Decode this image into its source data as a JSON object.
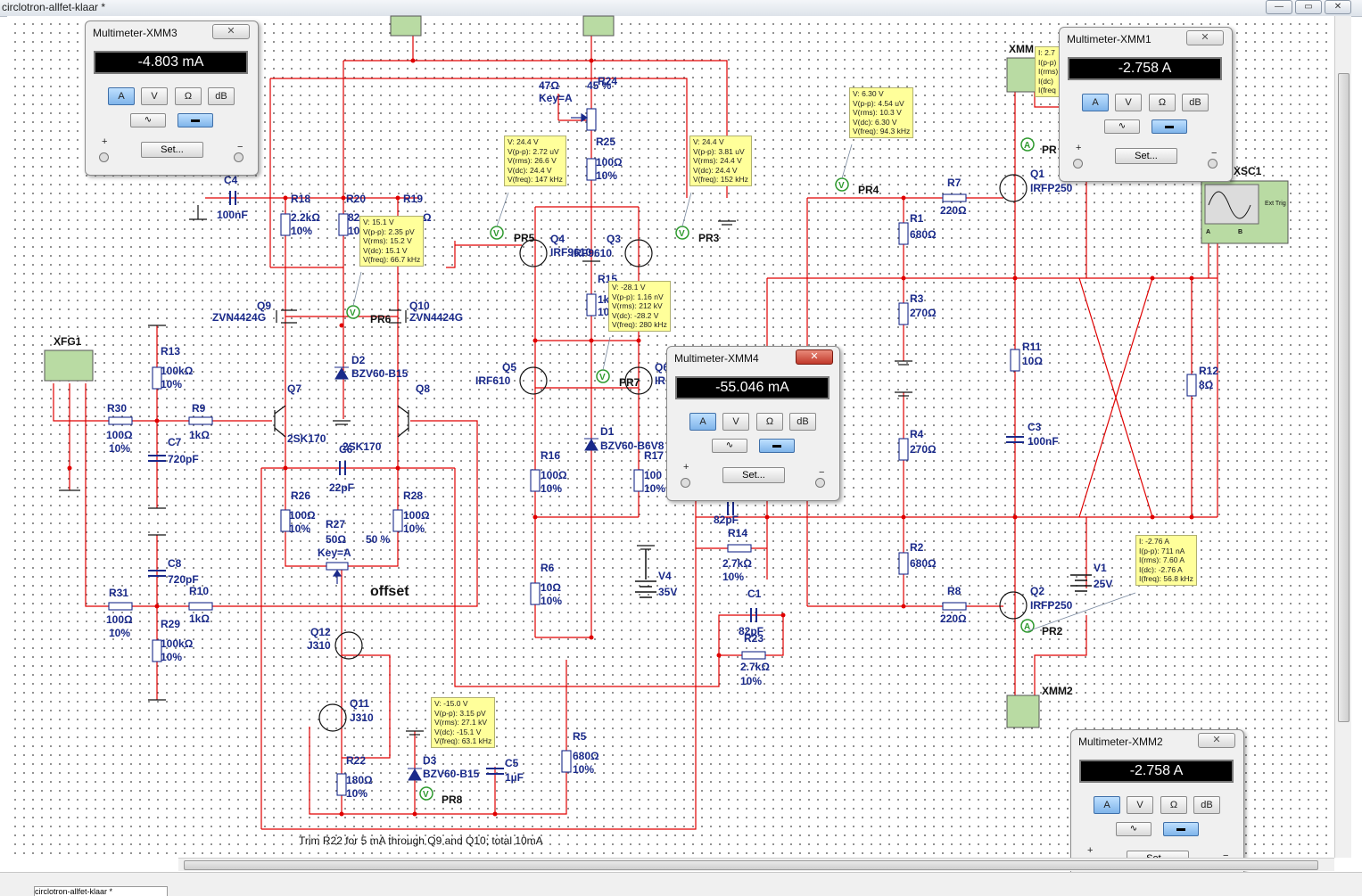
{
  "window": {
    "title": "circlotron-allfet-klaar *",
    "controls": [
      "—",
      "▭",
      "✕"
    ]
  },
  "multimeters": [
    {
      "title": "Multimeter-XMM3",
      "reading": "-4.803 mA",
      "modes": [
        "A",
        "V",
        "Ω",
        "dB"
      ],
      "active_mode": "A",
      "set_label": "Set...",
      "plus": "+",
      "minus": "−",
      "close": "✕"
    },
    {
      "title": "Multimeter-XMM1",
      "reading": "-2.758 A",
      "modes": [
        "A",
        "V",
        "Ω",
        "dB"
      ],
      "active_mode": "A",
      "set_label": "Set...",
      "plus": "+",
      "minus": "−",
      "close": "✕"
    },
    {
      "title": "Multimeter-XMM4",
      "reading": "-55.046 mA",
      "modes": [
        "A",
        "V",
        "Ω",
        "dB"
      ],
      "active_mode": "A",
      "set_label": "Set...",
      "plus": "+",
      "minus": "−",
      "close": "✕"
    },
    {
      "title": "Multimeter-XMM2",
      "reading": "-2.758 A",
      "modes": [
        "A",
        "V",
        "Ω",
        "dB"
      ],
      "active_mode": "A",
      "set_label": "Set...",
      "plus": "+",
      "minus": "−",
      "close": "✕"
    }
  ],
  "probes": {
    "pr5": [
      "V: 24.4 V",
      "V(p-p): 2.72 uV",
      "V(rms): 26.6 V",
      "V(dc): 24.4 V",
      "V(freq): 147 kHz"
    ],
    "pr3": [
      "V: 24.4 V",
      "V(p-p): 3.81 uV",
      "V(rms): 24.4 V",
      "V(dc): 24.4 V",
      "V(freq): 152 kHz"
    ],
    "pr4": [
      "V: 6.30 V",
      "V(p-p): 4.54 uV",
      "V(rms): 10.3 V",
      "V(dc): 6.30 V",
      "V(freq): 94.3 kHz"
    ],
    "pr6": [
      "V: 15.1 V",
      "V(p-p): 2.35 pV",
      "V(rms): 15.2 V",
      "V(dc): 15.1 V",
      "V(freq): 66.7 kHz"
    ],
    "pr7": [
      "V: -28.1 V",
      "V(p-p): 1.16 nV",
      "V(rms): 212 kV",
      "V(dc): -28.2 V",
      "V(freq): 280 kHz"
    ],
    "pr8": [
      "V: -15.0 V",
      "V(p-p): 3.15 pV",
      "V(rms): 27.1 kV",
      "V(dc): -15.1 V",
      "V(freq): 63.1 kHz"
    ],
    "pr2": [
      "I: -2.76 A",
      "I(p-p): 711 nA",
      "I(rms): 7.60 A",
      "I(dc): -2.76 A",
      "I(freq): 56.8 kHz"
    ],
    "pr1_partial": [
      "I: 2.7",
      "I(p-p)",
      "I(rms)",
      "I(dc)",
      "I(freq"
    ]
  },
  "components": {
    "R18": [
      "R18",
      "2.2kΩ",
      "10%"
    ],
    "R20": [
      "R20",
      "82",
      "10"
    ],
    "R19": [
      "R19",
      "Ω"
    ],
    "R13": [
      "R13",
      "100kΩ",
      "10%"
    ],
    "R30": [
      "R30",
      "100Ω",
      "10%"
    ],
    "R9": [
      "R9",
      "1kΩ"
    ],
    "C7": [
      "C7",
      "720pF"
    ],
    "C8": [
      "C8",
      "720pF"
    ],
    "R31": [
      "R31",
      "100Ω",
      "10%"
    ],
    "R10": [
      "R10",
      "1kΩ"
    ],
    "R29": [
      "R29",
      "100kΩ",
      "10%"
    ],
    "C4": [
      "C4",
      "100nF"
    ],
    "Q9": [
      "Q9",
      "ZVN4424G"
    ],
    "Q10": [
      "Q10",
      "ZVN4424G"
    ],
    "D2": [
      "D2",
      "BZV60-B15"
    ],
    "Q7": [
      "Q7",
      "2SK170"
    ],
    "Q8": [
      "Q8",
      "2SK170"
    ],
    "C6": [
      "C6",
      "22pF"
    ],
    "R26": [
      "R26",
      "100Ω",
      "10%"
    ],
    "R28": [
      "R28",
      "100Ω",
      "10%"
    ],
    "R27": [
      "R27",
      "50Ω",
      "50 %",
      "Key=A"
    ],
    "offset": "offset",
    "Q12": [
      "Q12",
      "J310"
    ],
    "Q11": [
      "Q11",
      "J310"
    ],
    "R22": [
      "R22",
      "180Ω",
      "10%"
    ],
    "D3": [
      "D3",
      "BZV60-B15"
    ],
    "C5": [
      "C5",
      "1µF"
    ],
    "R5": [
      "R5",
      "680Ω",
      "10%"
    ],
    "R24": [
      "47Ω",
      "R24",
      "45 %",
      "Key=A"
    ],
    "R25": [
      "R25",
      "100Ω",
      "10%"
    ],
    "Q4": [
      "Q4",
      "IRF9610"
    ],
    "Q3": [
      "Q3",
      "IRF9610"
    ],
    "R15": [
      "R15",
      "1k",
      "10"
    ],
    "Q5": [
      "Q5",
      "IRF610"
    ],
    "Q6": [
      "Q6",
      "IR"
    ],
    "D1": [
      "D1",
      "BZV60-B6V8"
    ],
    "R16": [
      "R16",
      "100Ω",
      "10%"
    ],
    "R17": [
      "R17",
      "100",
      "10%"
    ],
    "R6": [
      "R6",
      "10Ω",
      "10%"
    ],
    "V4": [
      "V4",
      "35V"
    ],
    "C2": [
      "82pF"
    ],
    "R14": [
      "R14",
      "2.7kΩ",
      "10%"
    ],
    "C1": [
      "C1",
      "82pF"
    ],
    "R23": [
      "R23",
      "2.7kΩ",
      "10%"
    ],
    "R7": [
      "R7",
      "220Ω"
    ],
    "R8": [
      "R8",
      "220Ω"
    ],
    "R1": [
      "R1",
      "680Ω"
    ],
    "R3": [
      "R3",
      "270Ω"
    ],
    "R4": [
      "R4",
      "270Ω"
    ],
    "R2": [
      "R2",
      "680Ω"
    ],
    "Q1": [
      "Q1",
      "IRFP250"
    ],
    "Q2": [
      "Q2",
      "IRFP250"
    ],
    "R11": [
      "R11",
      "10Ω"
    ],
    "C3": [
      "C3",
      "100nF"
    ],
    "R12": [
      "R12",
      "8Ω"
    ],
    "V1": [
      "V1",
      "25V"
    ],
    "XFG1": "XFG1",
    "XSC1": "XSC1",
    "XMM2": "XMM2",
    "XMM1": "XMM",
    "PR1": "PR",
    "PR2": "PR2",
    "PR3": "PR3",
    "PR4": "PR4",
    "PR5": "PR5",
    "PR6": "PR6",
    "PR7": "PR7",
    "PR8": "PR8"
  },
  "note": "Trim R22 for 5 mA through Q9 and Q10; total 10mA",
  "scope_labels": {
    "ext": "Ext Trig",
    "a": "A",
    "b": "B"
  },
  "statusbar": {
    "tab_label": "circlotron-allfet-klaar *"
  },
  "colors": {
    "wire": "#e00000",
    "label": "#1a2a8a",
    "probe_green": "#2e9a2e",
    "instrument": "#b9dba3"
  }
}
